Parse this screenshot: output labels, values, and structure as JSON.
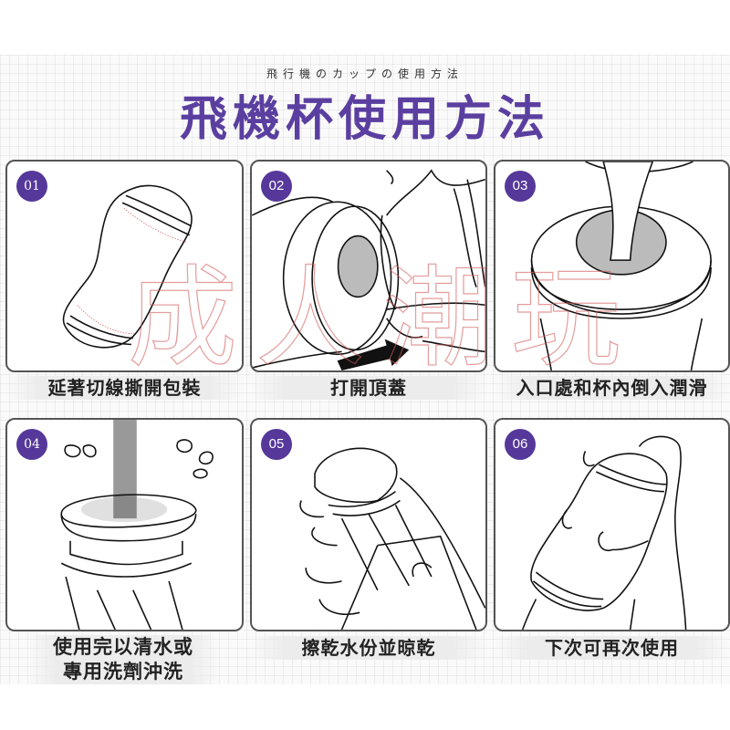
{
  "header": {
    "subtitle": "飛行機のカップの使用方法",
    "title": "飛機杯使用方法"
  },
  "colors": {
    "accent": "#5b3fa0",
    "badge": "#55389a",
    "caption_text": "#222222",
    "caption_band": "#ececec",
    "watermark": "#d25a5a"
  },
  "steps": [
    {
      "number": "01",
      "caption": "延著切線撕開包裝",
      "illustration": "cup-tearing-along-cut-line"
    },
    {
      "number": "02",
      "caption": "打開頂蓋",
      "illustration": "opening-top-cap"
    },
    {
      "number": "03",
      "caption": "入口處和杯內倒入潤滑",
      "illustration": "pouring-lubricant"
    },
    {
      "number": "04",
      "caption_line1": "使用完以清水或",
      "caption_line2": "專用洗劑沖洗",
      "illustration": "rinsing-with-water"
    },
    {
      "number": "05",
      "caption": "擦乾水份並晾乾",
      "illustration": "wiping-dry"
    },
    {
      "number": "06",
      "caption": "下次可再次使用",
      "illustration": "hand-holding-cup"
    }
  ],
  "watermark": {
    "chars": [
      "成",
      "人",
      "潮",
      "玩"
    ]
  }
}
